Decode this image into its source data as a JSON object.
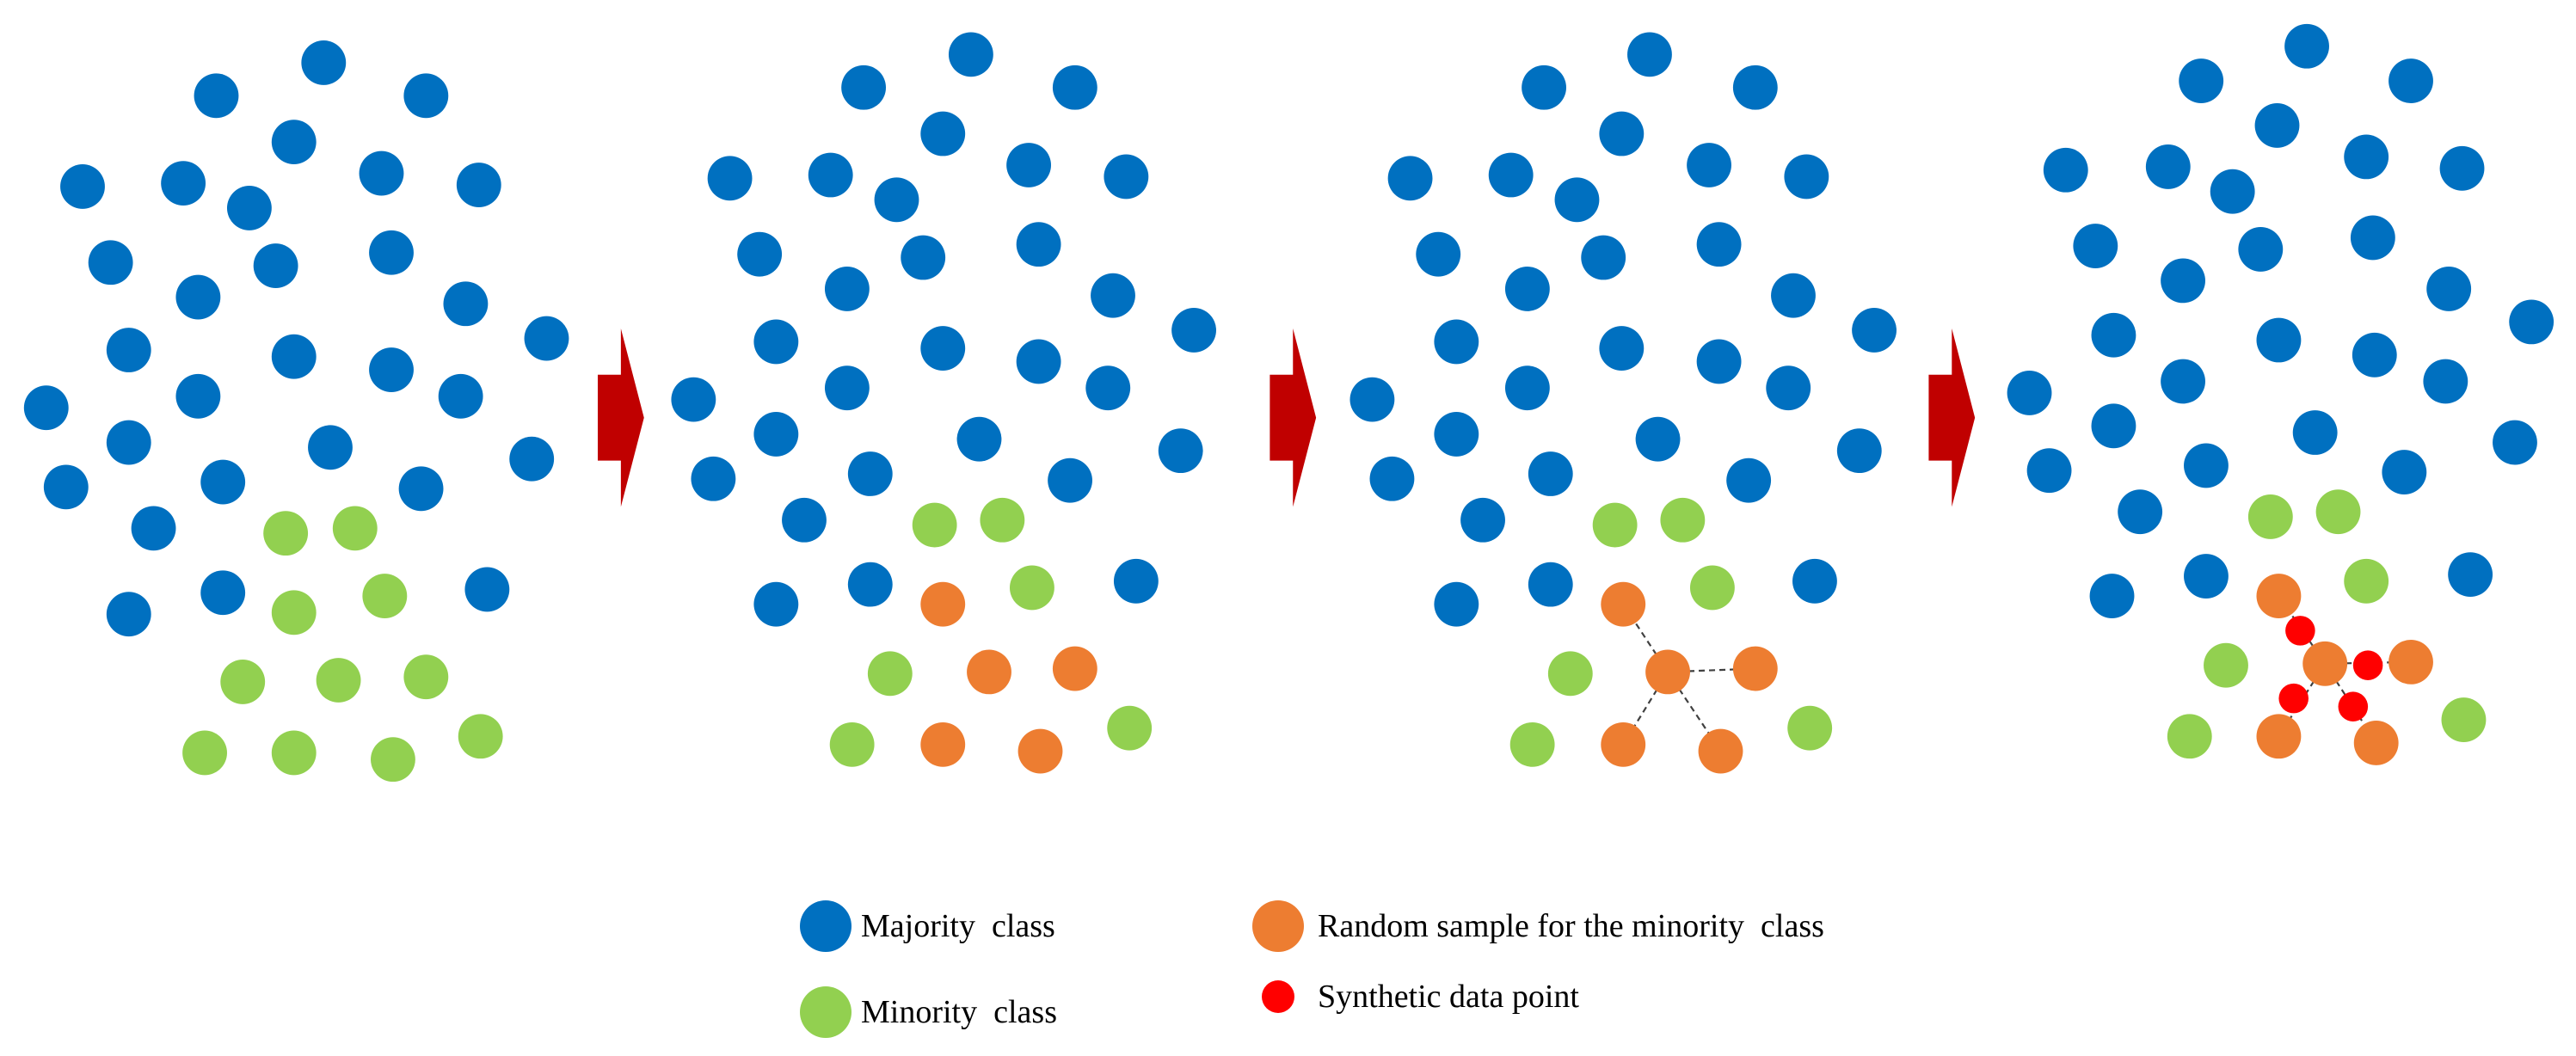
{
  "colors": {
    "majority": "#0070C0",
    "minority": "#92D050",
    "random_sample": "#ED7D31",
    "synthetic": "#FF0000",
    "arrow": "#C00000",
    "connector": "#404040"
  },
  "legend": {
    "majority_label": "Majority  class",
    "minority_label": "Minority  class",
    "random_label": "Random sample for the minority  class",
    "synthetic_label": "Synthetic data point"
  },
  "panels": [
    {
      "majority": [
        [
          196,
          38
        ],
        [
          131,
          58
        ],
        [
          258,
          58
        ],
        [
          178,
          86
        ],
        [
          50,
          113
        ],
        [
          111,
          111
        ],
        [
          231,
          105
        ],
        [
          290,
          112
        ],
        [
          151,
          126
        ],
        [
          67,
          159
        ],
        [
          167,
          161
        ],
        [
          237,
          153
        ],
        [
          120,
          180
        ],
        [
          282,
          184
        ],
        [
          331,
          205
        ],
        [
          78,
          212
        ],
        [
          178,
          216
        ],
        [
          237,
          224
        ],
        [
          28,
          247
        ],
        [
          120,
          240
        ],
        [
          279,
          240
        ],
        [
          78,
          268
        ],
        [
          200,
          271
        ],
        [
          322,
          278
        ],
        [
          40,
          295
        ],
        [
          135,
          292
        ],
        [
          255,
          296
        ],
        [
          93,
          320
        ],
        [
          135,
          359
        ],
        [
          295,
          357
        ],
        [
          78,
          372
        ]
      ],
      "minority": [
        [
          173,
          323
        ],
        [
          215,
          320
        ],
        [
          178,
          371
        ],
        [
          233,
          361
        ],
        [
          147,
          413
        ],
        [
          205,
          412
        ],
        [
          258,
          410
        ],
        [
          124,
          456
        ],
        [
          178,
          456
        ],
        [
          238,
          460
        ],
        [
          291,
          446
        ]
      ],
      "random": [],
      "synthetic": [],
      "links": []
    },
    {
      "majority": [
        [
          588,
          33
        ],
        [
          523,
          53
        ],
        [
          651,
          53
        ],
        [
          571,
          81
        ],
        [
          442,
          108
        ],
        [
          503,
          106
        ],
        [
          623,
          100
        ],
        [
          682,
          107
        ],
        [
          543,
          121
        ],
        [
          460,
          154
        ],
        [
          559,
          156
        ],
        [
          629,
          148
        ],
        [
          513,
          175
        ],
        [
          674,
          179
        ],
        [
          723,
          200
        ],
        [
          470,
          207
        ],
        [
          571,
          211
        ],
        [
          629,
          219
        ],
        [
          420,
          242
        ],
        [
          513,
          235
        ],
        [
          671,
          235
        ],
        [
          470,
          263
        ],
        [
          593,
          266
        ],
        [
          715,
          273
        ],
        [
          432,
          290
        ],
        [
          527,
          287
        ],
        [
          648,
          291
        ],
        [
          487,
          315
        ],
        [
          527,
          354
        ],
        [
          688,
          352
        ],
        [
          470,
          366
        ]
      ],
      "minority": [
        [
          566,
          318
        ],
        [
          607,
          315
        ],
        [
          625,
          356
        ],
        [
          539,
          408
        ],
        [
          516,
          451
        ],
        [
          684,
          441
        ]
      ],
      "random": [
        [
          571,
          366
        ],
        [
          599,
          407
        ],
        [
          651,
          405
        ],
        [
          571,
          451
        ],
        [
          630,
          455
        ]
      ],
      "synthetic": [],
      "links": []
    },
    {
      "majority": [
        [
          999,
          33
        ],
        [
          935,
          53
        ],
        [
          1063,
          53
        ],
        [
          982,
          81
        ],
        [
          854,
          108
        ],
        [
          915,
          106
        ],
        [
          1035,
          100
        ],
        [
          1094,
          107
        ],
        [
          955,
          121
        ],
        [
          871,
          154
        ],
        [
          971,
          156
        ],
        [
          1041,
          148
        ],
        [
          925,
          175
        ],
        [
          1086,
          179
        ],
        [
          1135,
          200
        ],
        [
          882,
          207
        ],
        [
          982,
          211
        ],
        [
          1041,
          219
        ],
        [
          831,
          242
        ],
        [
          925,
          235
        ],
        [
          1083,
          235
        ],
        [
          882,
          263
        ],
        [
          1004,
          266
        ],
        [
          1126,
          273
        ],
        [
          843,
          290
        ],
        [
          939,
          287
        ],
        [
          1059,
          291
        ],
        [
          898,
          315
        ],
        [
          939,
          354
        ],
        [
          1099,
          352
        ],
        [
          882,
          366
        ]
      ],
      "minority": [
        [
          978,
          318
        ],
        [
          1019,
          315
        ],
        [
          1037,
          356
        ],
        [
          951,
          408
        ],
        [
          928,
          451
        ],
        [
          1096,
          441
        ]
      ],
      "random": [
        [
          983,
          366
        ],
        [
          1010,
          407
        ],
        [
          1063,
          405
        ],
        [
          983,
          451
        ],
        [
          1042,
          455
        ]
      ],
      "synthetic": [],
      "links": [
        [
          1010,
          407,
          983,
          366
        ],
        [
          1010,
          407,
          1063,
          405
        ],
        [
          1010,
          407,
          983,
          451
        ],
        [
          1010,
          407,
          1042,
          455
        ]
      ]
    },
    {
      "majority": [
        [
          1397,
          28
        ],
        [
          1333,
          49
        ],
        [
          1460,
          49
        ],
        [
          1379,
          76
        ],
        [
          1251,
          103
        ],
        [
          1313,
          101
        ],
        [
          1433,
          95
        ],
        [
          1491,
          102
        ],
        [
          1352,
          116
        ],
        [
          1269,
          149
        ],
        [
          1369,
          151
        ],
        [
          1437,
          144
        ],
        [
          1322,
          170
        ],
        [
          1483,
          175
        ],
        [
          1533,
          195
        ],
        [
          1280,
          203
        ],
        [
          1380,
          206
        ],
        [
          1438,
          215
        ],
        [
          1229,
          238
        ],
        [
          1322,
          231
        ],
        [
          1481,
          231
        ],
        [
          1280,
          258
        ],
        [
          1402,
          262
        ],
        [
          1523,
          268
        ],
        [
          1241,
          285
        ],
        [
          1336,
          282
        ],
        [
          1456,
          286
        ],
        [
          1296,
          310
        ],
        [
          1336,
          349
        ],
        [
          1496,
          348
        ],
        [
          1279,
          361
        ]
      ],
      "minority": [
        [
          1375,
          313
        ],
        [
          1416,
          310
        ],
        [
          1433,
          352
        ],
        [
          1348,
          403
        ],
        [
          1326,
          446
        ],
        [
          1492,
          436
        ]
      ],
      "random": [
        [
          1380,
          361
        ],
        [
          1408,
          402
        ],
        [
          1460,
          401
        ],
        [
          1380,
          446
        ],
        [
          1439,
          450
        ]
      ],
      "synthetic": [
        [
          1393,
          382
        ],
        [
          1434,
          403
        ],
        [
          1389,
          423
        ],
        [
          1425,
          428
        ]
      ],
      "links": [
        [
          1408,
          402,
          1380,
          361
        ],
        [
          1408,
          402,
          1460,
          401
        ],
        [
          1408,
          402,
          1380,
          446
        ],
        [
          1408,
          402,
          1439,
          450
        ]
      ]
    }
  ]
}
